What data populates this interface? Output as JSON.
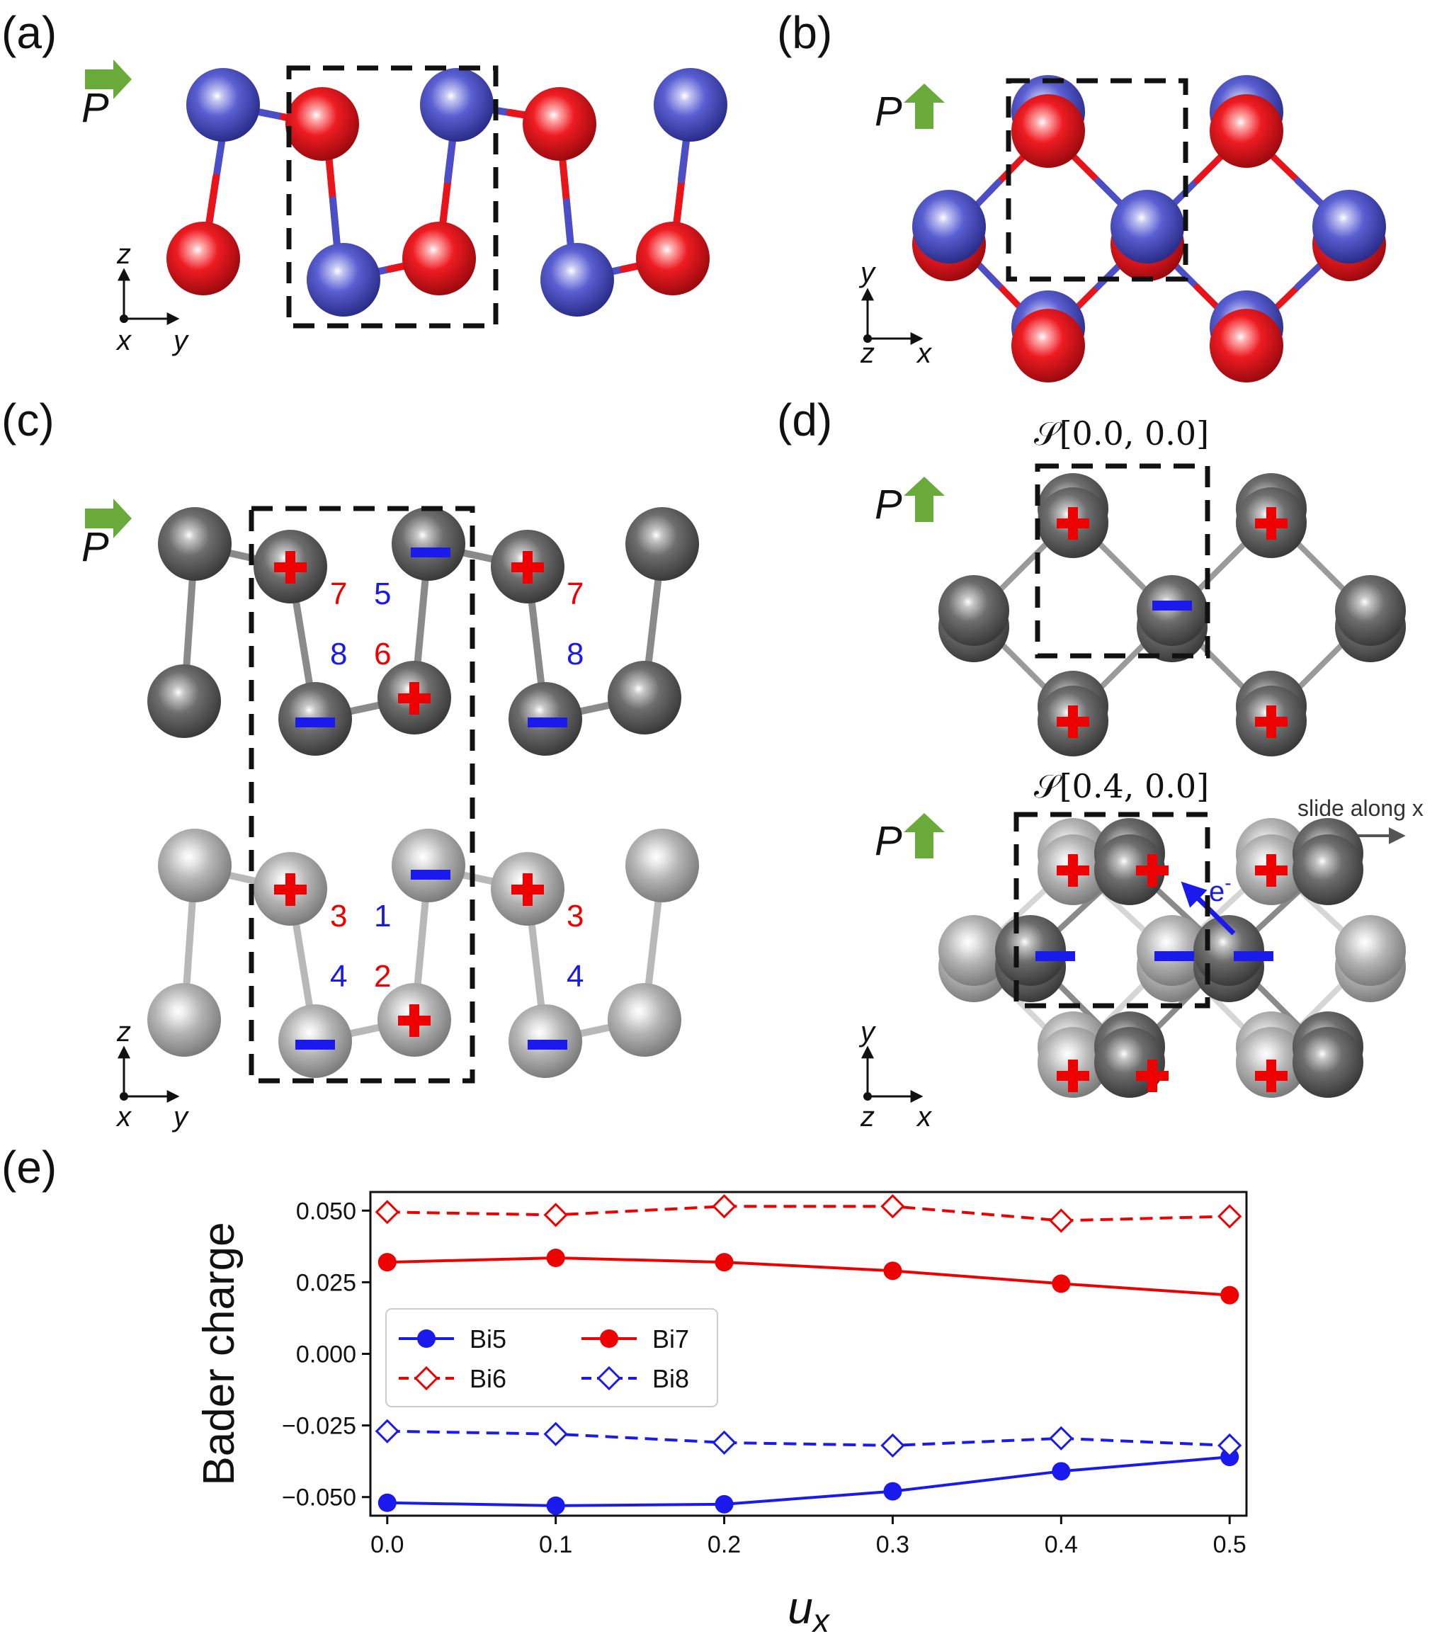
{
  "panels": {
    "a": {
      "label": "(a)",
      "P": "P",
      "axis_up": "z",
      "axis_right": "y",
      "axis_out": "x"
    },
    "b": {
      "label": "(b)",
      "P": "P",
      "axis_up": "y",
      "axis_right": "x",
      "axis_out": "z"
    },
    "c": {
      "label": "(c)",
      "P": "P",
      "axis_up": "z",
      "axis_right": "y",
      "axis_out": "x",
      "upper_numbers": [
        "7",
        "5",
        "8",
        "6",
        "7",
        "8"
      ],
      "lower_numbers": [
        "3",
        "1",
        "4",
        "2",
        "3",
        "4"
      ]
    },
    "d": {
      "label": "(d)",
      "P_top": "P",
      "P_bottom": "P",
      "stack_top": "𝒮[0.0, 0.0]",
      "stack_bottom": "𝒮[0.4, 0.0]",
      "slide_text": "slide along x",
      "electron": "e",
      "electron_sup": "-",
      "axis_up": "y",
      "axis_right": "x",
      "axis_out": "z"
    },
    "e": {
      "label": "(e)"
    }
  },
  "colors": {
    "red": "#ee0000",
    "blue": "#1a1aee",
    "green_arrow": "#6aaa3a",
    "atom_red": "#e8141a",
    "atom_blue": "#4a4fc8"
  },
  "chart_data": {
    "type": "line",
    "xlabel": "u",
    "xlabel_sub": "x",
    "ylabel": "Bader charge",
    "xlim": [
      -0.01,
      0.51
    ],
    "ylim": [
      -0.0565,
      0.0565
    ],
    "xticks": [
      "0.0",
      "0.1",
      "0.2",
      "0.3",
      "0.4",
      "0.5"
    ],
    "yticks": [
      "0.050",
      "0.025",
      "0.000",
      "−0.025",
      "−0.050"
    ],
    "ytick_values": [
      0.05,
      0.025,
      0.0,
      -0.025,
      -0.05
    ],
    "x": [
      0.0,
      0.1,
      0.2,
      0.3,
      0.4,
      0.5
    ],
    "series": [
      {
        "name": "Bi5",
        "color": "#1a1aee",
        "style": "solid",
        "marker": "filled-circle",
        "values": [
          -0.052,
          -0.053,
          -0.0525,
          -0.048,
          -0.041,
          -0.036
        ]
      },
      {
        "name": "Bi6",
        "color": "#ee0000",
        "style": "dashed",
        "marker": "open-diamond",
        "values": [
          0.0495,
          0.0485,
          0.0515,
          0.0515,
          0.0465,
          0.048
        ]
      },
      {
        "name": "Bi7",
        "color": "#ee0000",
        "style": "solid",
        "marker": "filled-circle",
        "values": [
          0.032,
          0.0335,
          0.032,
          0.029,
          0.0245,
          0.0205
        ]
      },
      {
        "name": "Bi8",
        "color": "#1a1aee",
        "style": "dashed",
        "marker": "open-diamond",
        "values": [
          -0.027,
          -0.028,
          -0.031,
          -0.032,
          -0.0295,
          -0.032
        ]
      }
    ],
    "legend": "center-left, 2 columns"
  }
}
